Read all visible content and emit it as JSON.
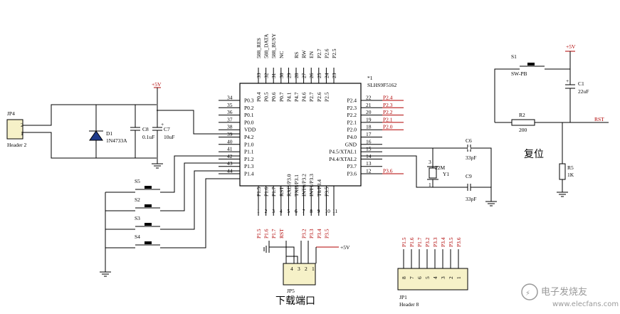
{
  "chip": {
    "name": "SLHS9F5162",
    "ref": "*1",
    "top_pins": [
      {
        "num": "33",
        "name": "P0.4",
        "net": "588_RES"
      },
      {
        "num": "32",
        "name": "P0.5",
        "net": "588_DATA"
      },
      {
        "num": "31",
        "name": "P0.6",
        "net": "588_BUSY"
      },
      {
        "num": "30",
        "name": "P0.7",
        "net": "NC"
      },
      {
        "num": "29",
        "name": "P4.1",
        "net": ""
      },
      {
        "num": "28",
        "name": "P4.7",
        "net": "RS"
      },
      {
        "num": "27",
        "name": "P4.6",
        "net": "RW"
      },
      {
        "num": "26",
        "name": "P2.7",
        "net": "EN"
      },
      {
        "num": "25",
        "name": "P2.6",
        "net": "P2.7"
      },
      {
        "num": "24",
        "name": "P2.5",
        "net": "P2.6"
      },
      {
        "num": "23",
        "name": "",
        "net": "P2.5"
      }
    ],
    "left_pins": [
      {
        "num": "34",
        "name": "P0.3"
      },
      {
        "num": "35",
        "name": "P0.2"
      },
      {
        "num": "36",
        "name": "P0.1"
      },
      {
        "num": "37",
        "name": "P0.0"
      },
      {
        "num": "38",
        "name": "VDD"
      },
      {
        "num": "39",
        "name": "P4.2"
      },
      {
        "num": "40",
        "name": "P1.0"
      },
      {
        "num": "41",
        "name": "P1.1"
      },
      {
        "num": "42",
        "name": "P1.2"
      },
      {
        "num": "43",
        "name": "P1.3"
      },
      {
        "num": "44",
        "name": "P1.4"
      }
    ],
    "right_pins": [
      {
        "num": "22",
        "name": "P2.4",
        "net": "P2.4"
      },
      {
        "num": "21",
        "name": "P2.3",
        "net": "P2.3"
      },
      {
        "num": "20",
        "name": "P2.2",
        "net": "P2.2"
      },
      {
        "num": "19",
        "name": "P2.1",
        "net": "P2.1"
      },
      {
        "num": "18",
        "name": "P2.0",
        "net": "P2.0"
      },
      {
        "num": "17",
        "name": "P4.0",
        "net": ""
      },
      {
        "num": "16",
        "name": "GND",
        "net": ""
      },
      {
        "num": "15",
        "name": "P4.5/XTAL1",
        "net": ""
      },
      {
        "num": "14",
        "name": "P4.4/XTAL2",
        "net": ""
      },
      {
        "num": "13",
        "name": "P3.7",
        "net": ""
      },
      {
        "num": "12",
        "name": "P3.6",
        "net": "P3.6"
      }
    ],
    "bottom_pins": [
      {
        "num": "1",
        "name": "P1.5",
        "net": "P1.5"
      },
      {
        "num": "2",
        "name": "P1.6",
        "net": "P1.6"
      },
      {
        "num": "3",
        "name": "P1.7",
        "net": "P1.7"
      },
      {
        "num": "4",
        "name": "RST",
        "net": "RST"
      },
      {
        "num": "5",
        "name": "RXD/P3.0",
        "net": ""
      },
      {
        "num": "6",
        "name": "TXD/P3.1",
        "net": ""
      },
      {
        "num": "7",
        "name": "INT0/P3.2",
        "net": "P3.2"
      },
      {
        "num": "8",
        "name": "INT1/P3.3",
        "net": "P3.3"
      },
      {
        "num": "9",
        "name": "T0/P3.4",
        "net": "P3.4"
      },
      {
        "num": "10",
        "name": "P3.5",
        "net": "P3.5"
      },
      {
        "num": "11",
        "name": "",
        "net": ""
      }
    ]
  },
  "power": {
    "vcc_label": "+5V"
  },
  "jp4": {
    "ref": "JP4",
    "pins": [
      "2",
      "1"
    ],
    "footer": "Header 2"
  },
  "d1": {
    "ref": "D1",
    "value": "1N4733A"
  },
  "c8": {
    "ref": "C8",
    "value": "0.1uF"
  },
  "c7": {
    "ref": "C7",
    "value": "10uF"
  },
  "switches": [
    {
      "ref": "S5"
    },
    {
      "ref": "S2"
    },
    {
      "ref": "S3"
    },
    {
      "ref": "S4"
    }
  ],
  "crystal": {
    "ref": "Y1",
    "value": "22M",
    "pins": [
      "1",
      "3"
    ]
  },
  "c6": {
    "ref": "C6",
    "value": "33pF"
  },
  "c9": {
    "ref": "C9",
    "value": "33pF"
  },
  "reset": {
    "s1_ref": "S1",
    "s1_value": "SW-PB",
    "c1_ref": "C1",
    "c1_value": "22uF",
    "r2_ref": "R2",
    "r2_value": "200",
    "r5_ref": "R5",
    "r5_value": "1K",
    "net": "RST",
    "title": "复位"
  },
  "jp5": {
    "ref": "JP5",
    "pins": [
      "4",
      "3",
      "2",
      "1"
    ],
    "title": "下载端口",
    "net_labels": [
      "RST",
      "P3.2",
      "P3.3",
      "P3.4",
      "P3.5"
    ]
  },
  "jp1": {
    "ref": "JP1",
    "footer": "Header 8",
    "pins": [
      "8",
      "7",
      "6",
      "5",
      "4",
      "3",
      "2",
      "1"
    ],
    "nets": [
      "P1.5",
      "P1.6",
      "P1.7",
      "P3.2",
      "P3.3",
      "P3.4",
      "P3.5",
      "P3.6"
    ]
  },
  "watermark": {
    "text": "电子发烧友",
    "url": "www.elecfans.com"
  },
  "colors": {
    "wire": "#000000",
    "net_label": "#b00000",
    "watermark": "#9a9a9a"
  }
}
